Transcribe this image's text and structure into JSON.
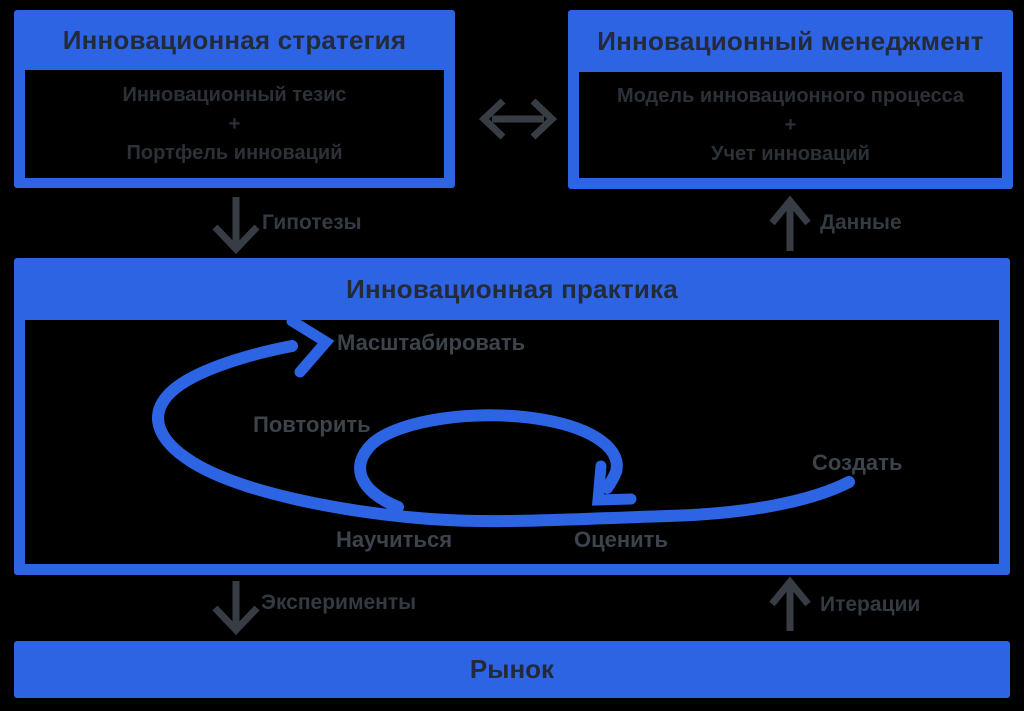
{
  "palette": {
    "blue": "#2d64e4",
    "arrow_gray": "#383d45",
    "heading_text": "#232b3b",
    "inner_text": "#2c3138",
    "cycle_label_text": "#3d434b",
    "connector_label_text": "#343a42",
    "background": "#000000"
  },
  "strategy_box": {
    "title": "Инновационная стратегия",
    "content_lines": [
      "Инновационный тезис",
      "+",
      "Портфель инноваций"
    ]
  },
  "management_box": {
    "title": "Инновационный менеджмент",
    "content_lines": [
      "Модель инновационного процесса",
      "+",
      "Учет инноваций"
    ]
  },
  "connectors": {
    "hypotheses": "Гипотезы",
    "data": "Данные",
    "experiments": "Эксперименты",
    "iterations": "Итерации"
  },
  "practice_box": {
    "title": "Инновационная практика",
    "cycle_labels": {
      "create": "Создать",
      "evaluate": "Оценить",
      "learn": "Научиться",
      "repeat": "Повторить",
      "scale": "Масштабировать"
    }
  },
  "market_bar": {
    "title": "Рынок"
  }
}
